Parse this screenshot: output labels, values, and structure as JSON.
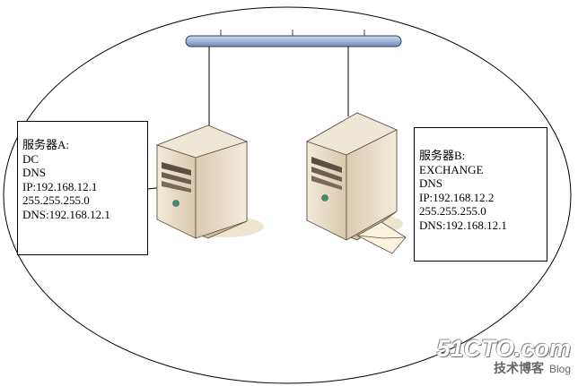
{
  "server_a": {
    "lines": [
      "服务器A:",
      "DC",
      "DNS",
      "IP:192.168.12.1",
      "255.255.255.0",
      "DNS:192.168.12.1"
    ]
  },
  "server_b": {
    "lines": [
      "服务器B:",
      "EXCHANGE",
      "DNS",
      "IP:192.168.12.2",
      "255.255.255.0",
      "DNS:192.168.12.1"
    ]
  },
  "watermark": {
    "site": "51CTO.com",
    "chinese": "技术博客",
    "blog": "Blog"
  },
  "colors": {
    "network_bus": "#9fb6d6",
    "server_body": "#e6dac6",
    "server_shadow": "#ebe3cc",
    "envelope": "#fbf3df"
  }
}
